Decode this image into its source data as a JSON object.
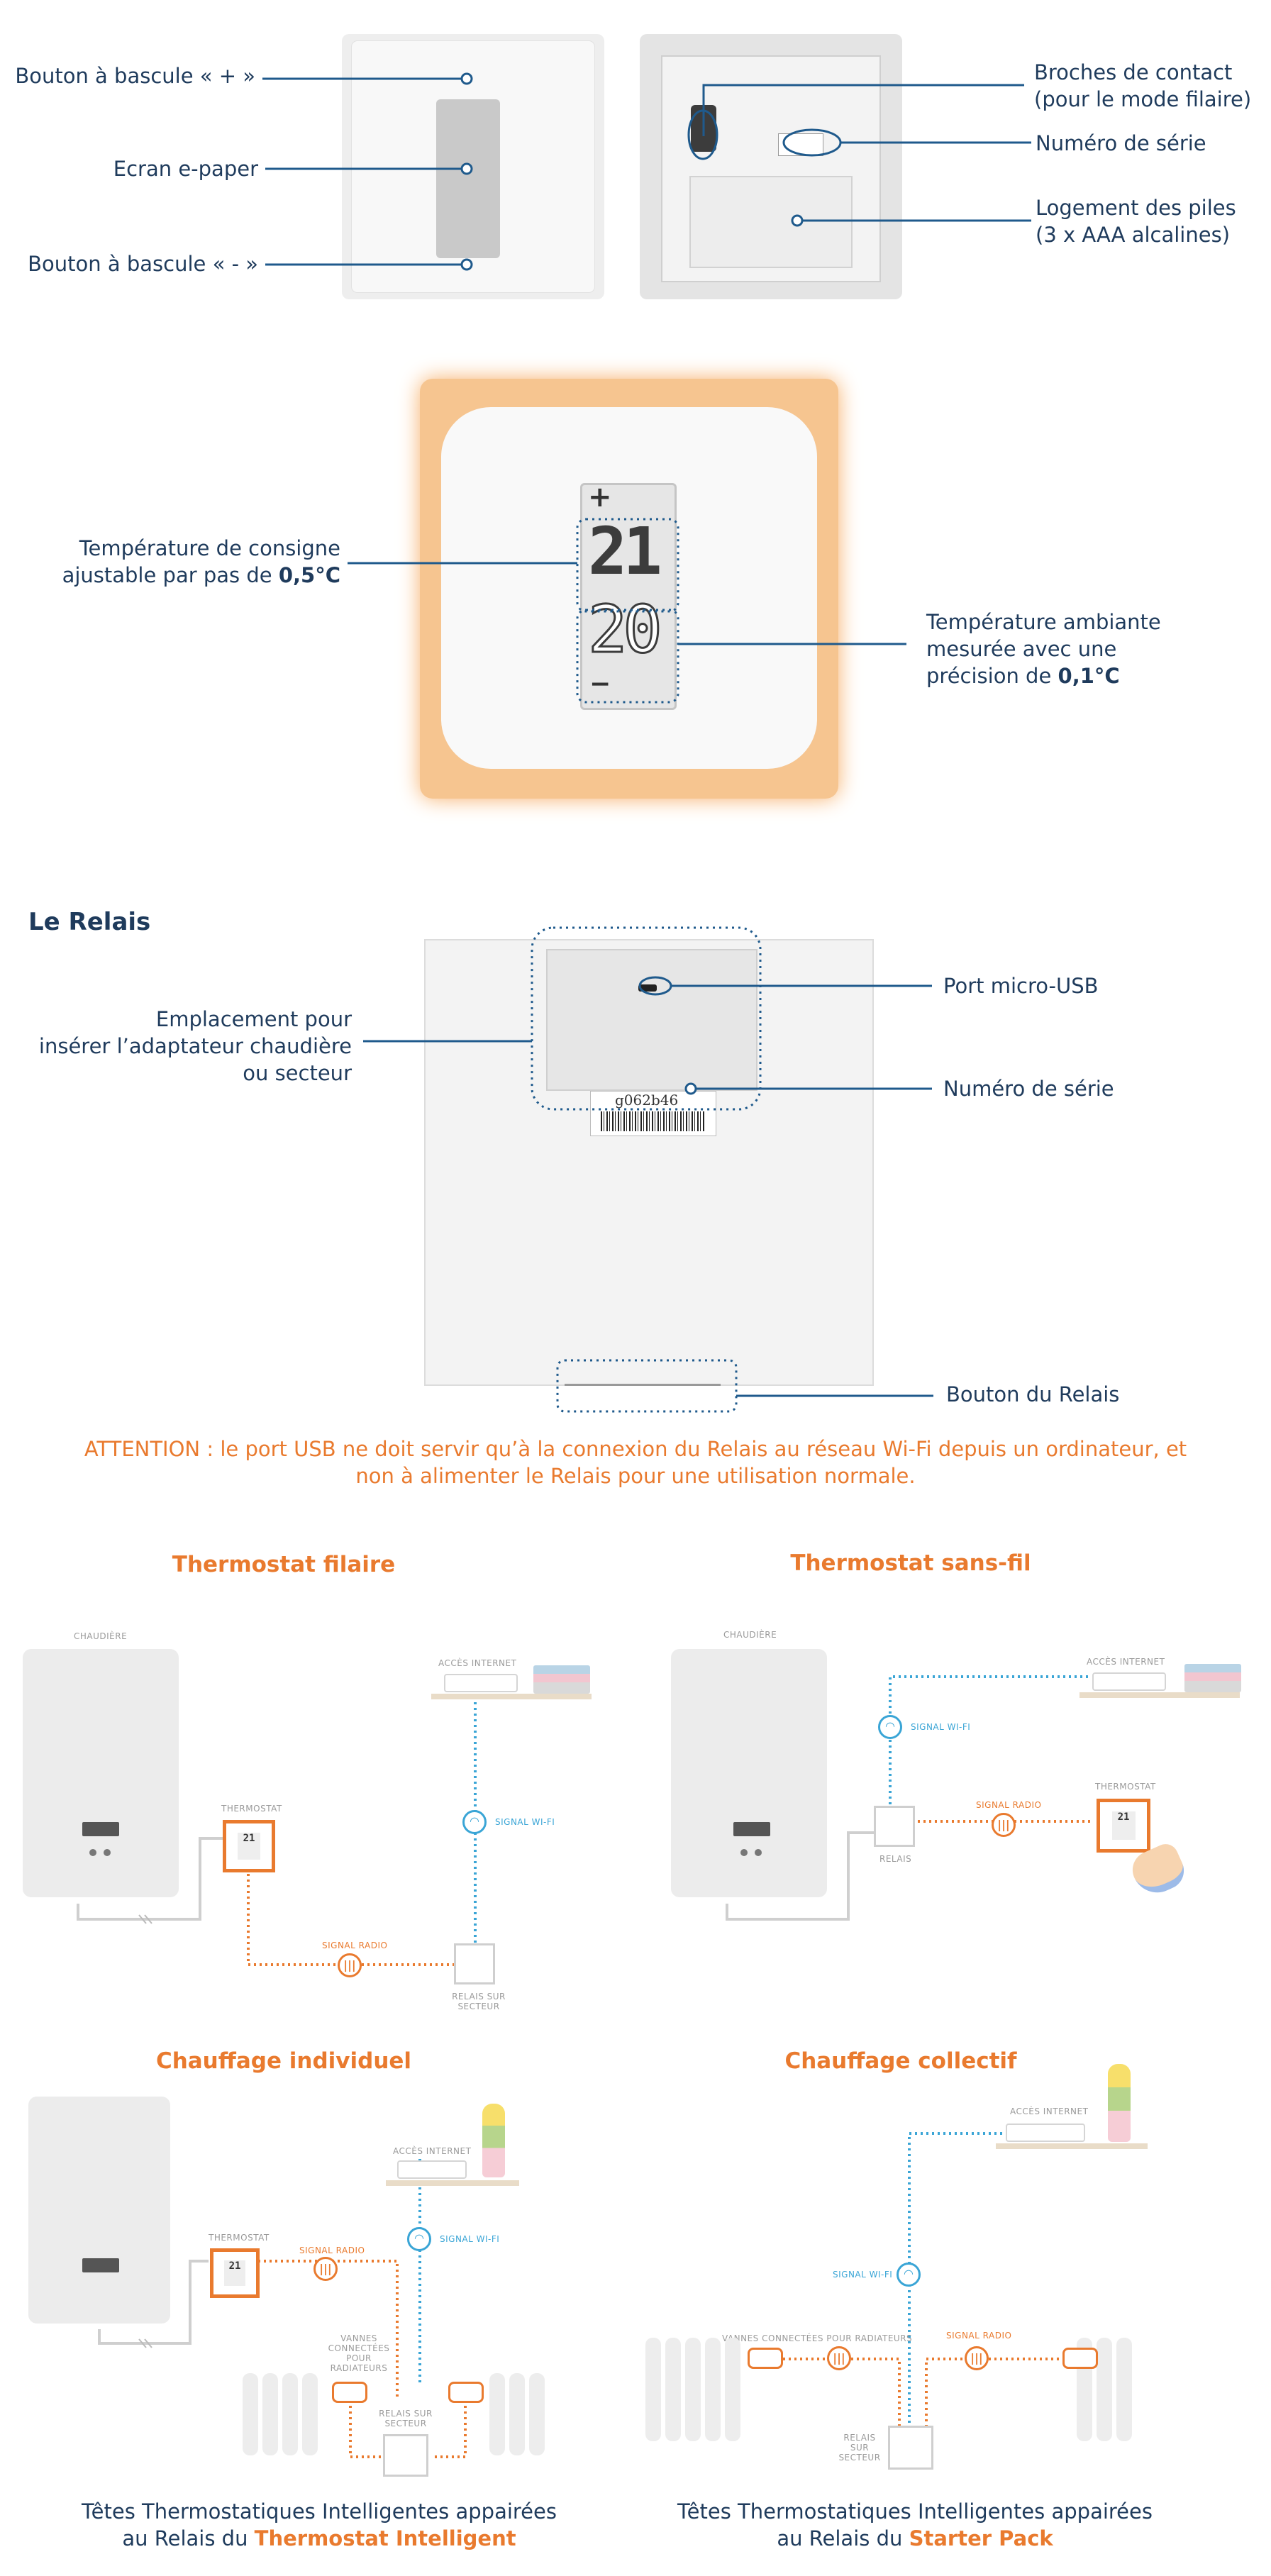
{
  "section1": {
    "label_plus": "Bouton à bascule « + »",
    "label_screen": "Ecran e-paper",
    "label_minus": "Bouton à bascule « - »",
    "label_pins_1": "Broches de contact",
    "label_pins_2": "(pour le mode filaire)",
    "label_serial": "Numéro de série",
    "label_battery_1": "Logement des piles",
    "label_battery_2": "(3 x AAA alcalines)"
  },
  "section2": {
    "setpoint_1": "Température de consigne",
    "setpoint_2": "ajustable par pas de ",
    "setpoint_value": "0,5°C",
    "ambient_1": "Température ambiante",
    "ambient_2": "mesurée avec une",
    "ambient_3": "précision de ",
    "ambient_value": "0,1°C",
    "display_plus": "+",
    "display_set": "21",
    "display_ambient": "20",
    "display_minus": "−"
  },
  "relay": {
    "title": "Le Relais",
    "slot_1": "Emplacement pour",
    "slot_2": "insérer l’adaptateur chaudière",
    "slot_3": "ou secteur",
    "usb": "Port micro-USB",
    "serial": "Numéro de série",
    "serial_value": "g062b46",
    "button": "Bouton du Relais",
    "warning_1": "ATTENTION : le port USB ne doit servir qu’à la connexion du Relais au réseau Wi-Fi depuis un ordinateur, et",
    "warning_2": "non à alimenter le Relais pour une utilisation normale."
  },
  "diagrams": {
    "wired_title": "Thermostat filaire",
    "wireless_title": "Thermostat sans-fil",
    "individual_title": "Chauffage individuel",
    "collective_title": "Chauffage collectif",
    "boiler": "CHAUDIÈRE",
    "thermostat": "THERMOSTAT",
    "internet": "ACCÈS INTERNET",
    "wifi_signal": "SIGNAL WI-FI",
    "radio_signal": "SIGNAL RADIO",
    "relay_mains": "RELAIS SUR SECTEUR",
    "relay": "RELAIS",
    "valves": "VANNES CONNECTÉES POUR RADIATEURS",
    "thermo_screen": "21"
  },
  "captions": {
    "left_1": "Têtes Thermostatiques Intelligentes appairées",
    "left_2": "au Relais du ",
    "left_bold": "Thermostat Intelligent",
    "right_1": "Têtes Thermostatiques Intelligentes appairées",
    "right_2": "au Relais du ",
    "right_bold": "Starter Pack"
  },
  "colors": {
    "navy": "#1f3b5c",
    "orange": "#e97a2e",
    "blue": "#3aa5d6",
    "line": "#1f5a8c"
  }
}
